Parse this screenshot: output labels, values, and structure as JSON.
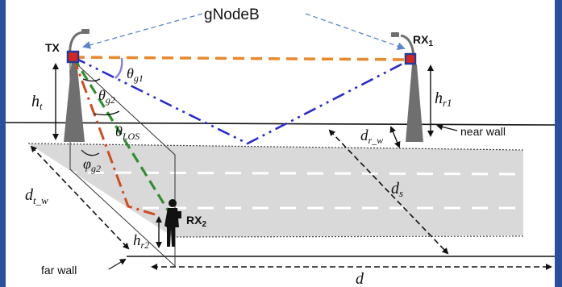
{
  "labels": {
    "gnodeb": "gNodeB",
    "tx": "TX",
    "rx1_main": "RX",
    "rx1_sub": "1",
    "rx2_main": "RX",
    "rx2_sub": "2",
    "ht_main": "h",
    "ht_sub": "t",
    "hr1_main": "h",
    "hr1_sub": "r1",
    "hr2_main": "h",
    "hr2_sub": "r2",
    "theta_g1_main": "θ",
    "theta_g1_sub": "g1",
    "theta_g2_main": "θ",
    "theta_g2_sub": "g2",
    "theta_los_main": "θ",
    "theta_los_sub": "LOS",
    "phi_g2_main": "φ",
    "phi_g2_sub": "g2",
    "drw_main": "d",
    "drw_sub": "r_w",
    "dtw_main": "d",
    "dtw_sub": "t_w",
    "ds_main": "d",
    "ds_sub": "s",
    "d": "d",
    "near_wall": "near wall",
    "far_wall": "far wall"
  },
  "colors": {
    "frame": "#2b4f9c",
    "road": "#d9d9d9",
    "pole": "#6f6f6f",
    "los_link": "#e8892d",
    "reflected_link": "#2a2acf",
    "ray_green": "#2f8f2f",
    "ray_red": "#d24a1e",
    "annotation_arrow": "#5b86c8",
    "antenna_red": "#d9261c",
    "antenna_blue": "#233a9c"
  }
}
